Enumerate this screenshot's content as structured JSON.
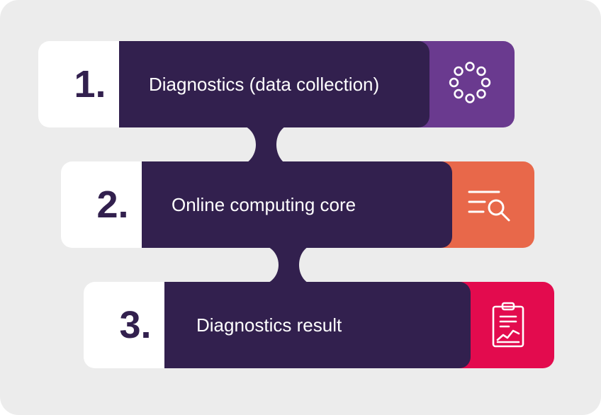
{
  "steps": [
    {
      "number": "1.",
      "label": "Diagnostics (data collection)",
      "icon": "dots-ring-icon",
      "color": "#6a3a8f"
    },
    {
      "number": "2.",
      "label": "Online computing core",
      "icon": "list-search-icon",
      "color": "#e8684a"
    },
    {
      "number": "3.",
      "label": "Diagnostics result",
      "icon": "clipboard-chart-icon",
      "color": "#e30b4e"
    }
  ],
  "colors": {
    "background": "#ececec",
    "bar": "#32204e",
    "number_box": "#ffffff"
  }
}
